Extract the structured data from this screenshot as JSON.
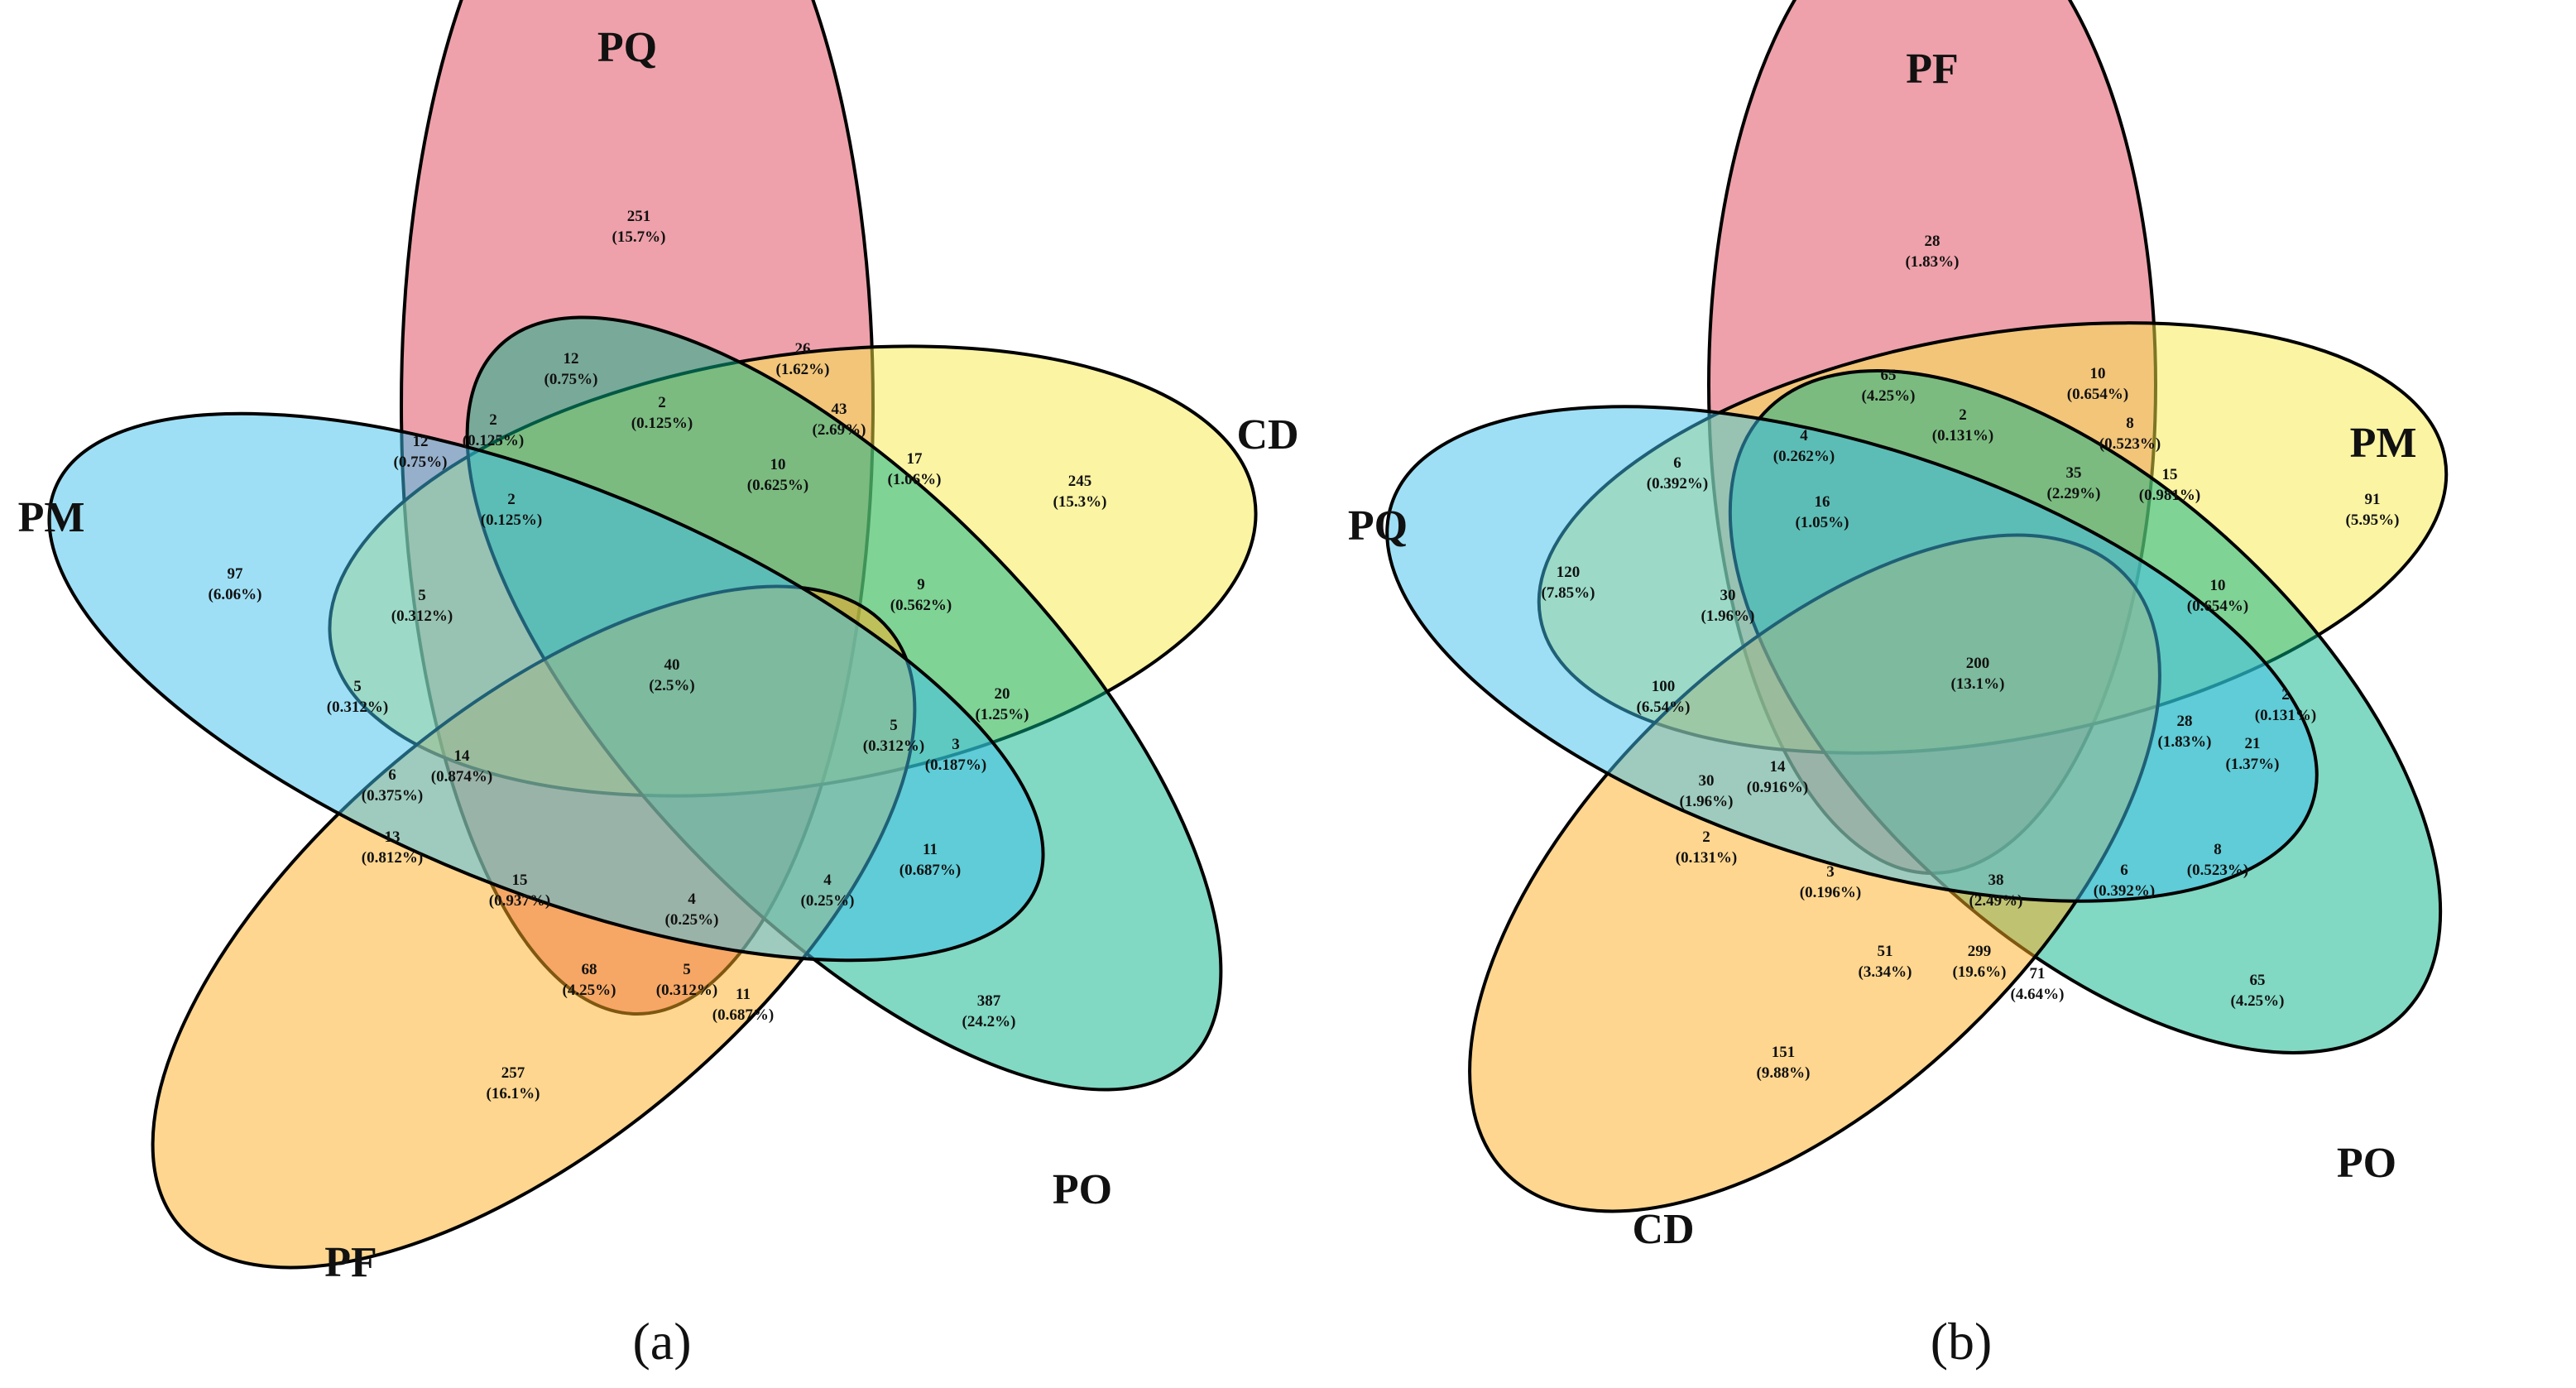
{
  "colors": {
    "red": "#dd4356",
    "blue": "#3ebfec",
    "yellow": "#f6e948",
    "orange": "#fdae1f",
    "green": "#03b187"
  },
  "panels": [
    {
      "id": "a",
      "caption": "(a)",
      "sets": [
        {
          "name": "PQ",
          "color": "red"
        },
        {
          "name": "CD",
          "color": "yellow"
        },
        {
          "name": "PO",
          "color": "green"
        },
        {
          "name": "PF",
          "color": "orange"
        },
        {
          "name": "PM",
          "color": "blue"
        }
      ],
      "regions": [
        {
          "count": "251",
          "pct": "(15.7%)"
        },
        {
          "count": "245",
          "pct": "(15.3%)"
        },
        {
          "count": "387",
          "pct": "(24.2%)"
        },
        {
          "count": "257",
          "pct": "(16.1%)"
        },
        {
          "count": "97",
          "pct": "(6.06%)"
        },
        {
          "count": "12",
          "pct": "(0.75%)"
        },
        {
          "count": "26",
          "pct": "(1.62%)"
        },
        {
          "count": "43",
          "pct": "(2.69%)"
        },
        {
          "count": "17",
          "pct": "(1.06%)"
        },
        {
          "count": "2",
          "pct": "(0.125%)"
        },
        {
          "count": "10",
          "pct": "(0.625%)"
        },
        {
          "count": "12",
          "pct": "(0.75%)"
        },
        {
          "count": "2",
          "pct": "(0.125%)"
        },
        {
          "count": "2",
          "pct": "(0.125%)"
        },
        {
          "count": "5",
          "pct": "(0.312%)"
        },
        {
          "count": "40",
          "pct": "(2.5%)"
        },
        {
          "count": "9",
          "pct": "(0.562%)"
        },
        {
          "count": "20",
          "pct": "(1.25%)"
        },
        {
          "count": "5",
          "pct": "(0.312%)"
        },
        {
          "count": "3",
          "pct": "(0.187%)"
        },
        {
          "count": "5",
          "pct": "(0.312%)"
        },
        {
          "count": "14",
          "pct": "(0.874%)"
        },
        {
          "count": "6",
          "pct": "(0.375%)"
        },
        {
          "count": "13",
          "pct": "(0.812%)"
        },
        {
          "count": "11",
          "pct": "(0.687%)"
        },
        {
          "count": "15",
          "pct": "(0.937%)"
        },
        {
          "count": "4",
          "pct": "(0.25%)"
        },
        {
          "count": "4",
          "pct": "(0.25%)"
        },
        {
          "count": "68",
          "pct": "(4.25%)"
        },
        {
          "count": "5",
          "pct": "(0.312%)"
        },
        {
          "count": "11",
          "pct": "(0.687%)"
        }
      ]
    },
    {
      "id": "b",
      "caption": "(b)",
      "sets": [
        {
          "name": "PF",
          "color": "red"
        },
        {
          "name": "PM",
          "color": "yellow"
        },
        {
          "name": "PO",
          "color": "green"
        },
        {
          "name": "CD",
          "color": "orange"
        },
        {
          "name": "PQ",
          "color": "blue"
        }
      ],
      "regions": [
        {
          "count": "28",
          "pct": "(1.83%)"
        },
        {
          "count": "91",
          "pct": "(5.95%)"
        },
        {
          "count": "65",
          "pct": "(4.25%)"
        },
        {
          "count": "151",
          "pct": "(9.88%)"
        },
        {
          "count": "120",
          "pct": "(7.85%)"
        },
        {
          "count": "65",
          "pct": "(4.25%)"
        },
        {
          "count": "10",
          "pct": "(0.654%)"
        },
        {
          "count": "8",
          "pct": "(0.523%)"
        },
        {
          "count": "15",
          "pct": "(0.981%)"
        },
        {
          "count": "4",
          "pct": "(0.262%)"
        },
        {
          "count": "2",
          "pct": "(0.131%)"
        },
        {
          "count": "35",
          "pct": "(2.29%)"
        },
        {
          "count": "6",
          "pct": "(0.392%)"
        },
        {
          "count": "16",
          "pct": "(1.05%)"
        },
        {
          "count": "30",
          "pct": "(1.96%)"
        },
        {
          "count": "200",
          "pct": "(13.1%)"
        },
        {
          "count": "10",
          "pct": "(0.654%)"
        },
        {
          "count": "2",
          "pct": "(0.131%)"
        },
        {
          "count": "28",
          "pct": "(1.83%)"
        },
        {
          "count": "21",
          "pct": "(1.37%)"
        },
        {
          "count": "100",
          "pct": "(6.54%)"
        },
        {
          "count": "14",
          "pct": "(0.916%)"
        },
        {
          "count": "30",
          "pct": "(1.96%)"
        },
        {
          "count": "2",
          "pct": "(0.131%)"
        },
        {
          "count": "8",
          "pct": "(0.523%)"
        },
        {
          "count": "3",
          "pct": "(0.196%)"
        },
        {
          "count": "38",
          "pct": "(2.49%)"
        },
        {
          "count": "6",
          "pct": "(0.392%)"
        },
        {
          "count": "51",
          "pct": "(3.34%)"
        },
        {
          "count": "299",
          "pct": "(19.6%)"
        },
        {
          "count": "71",
          "pct": "(4.64%)"
        }
      ]
    }
  ]
}
